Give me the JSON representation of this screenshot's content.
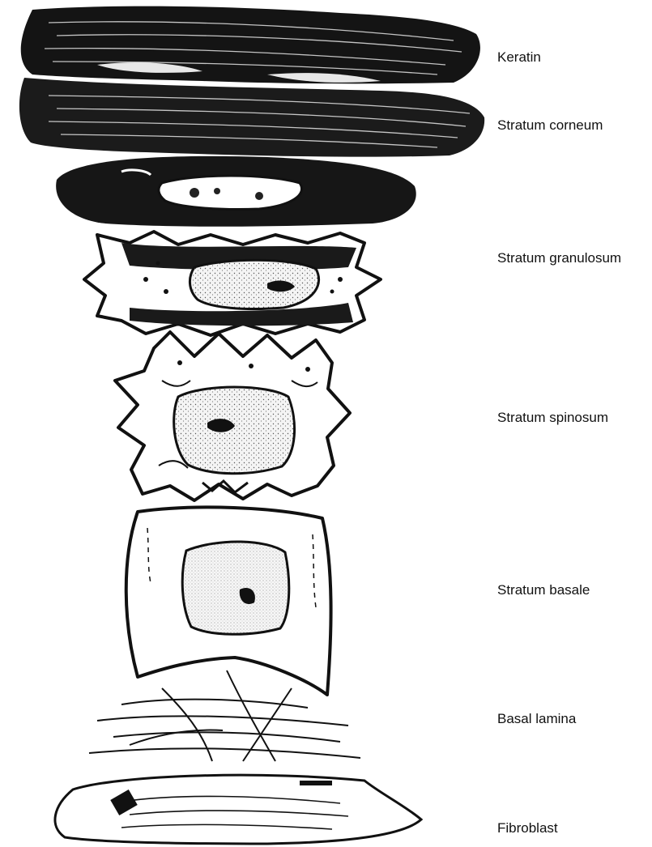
{
  "diagram": {
    "labels": {
      "keratin": "Keratin",
      "stratum_corneum": "Stratum corneum",
      "stratum_granulosum": "Stratum granulosum",
      "stratum_spinosum": "Stratum spinosum",
      "stratum_basale": "Stratum basale",
      "basal_lamina": "Basal lamina",
      "fibroblast": "Fibroblast"
    },
    "colors": {
      "ink": "#111111",
      "paper": "#ffffff",
      "stipple": "#555555"
    }
  }
}
